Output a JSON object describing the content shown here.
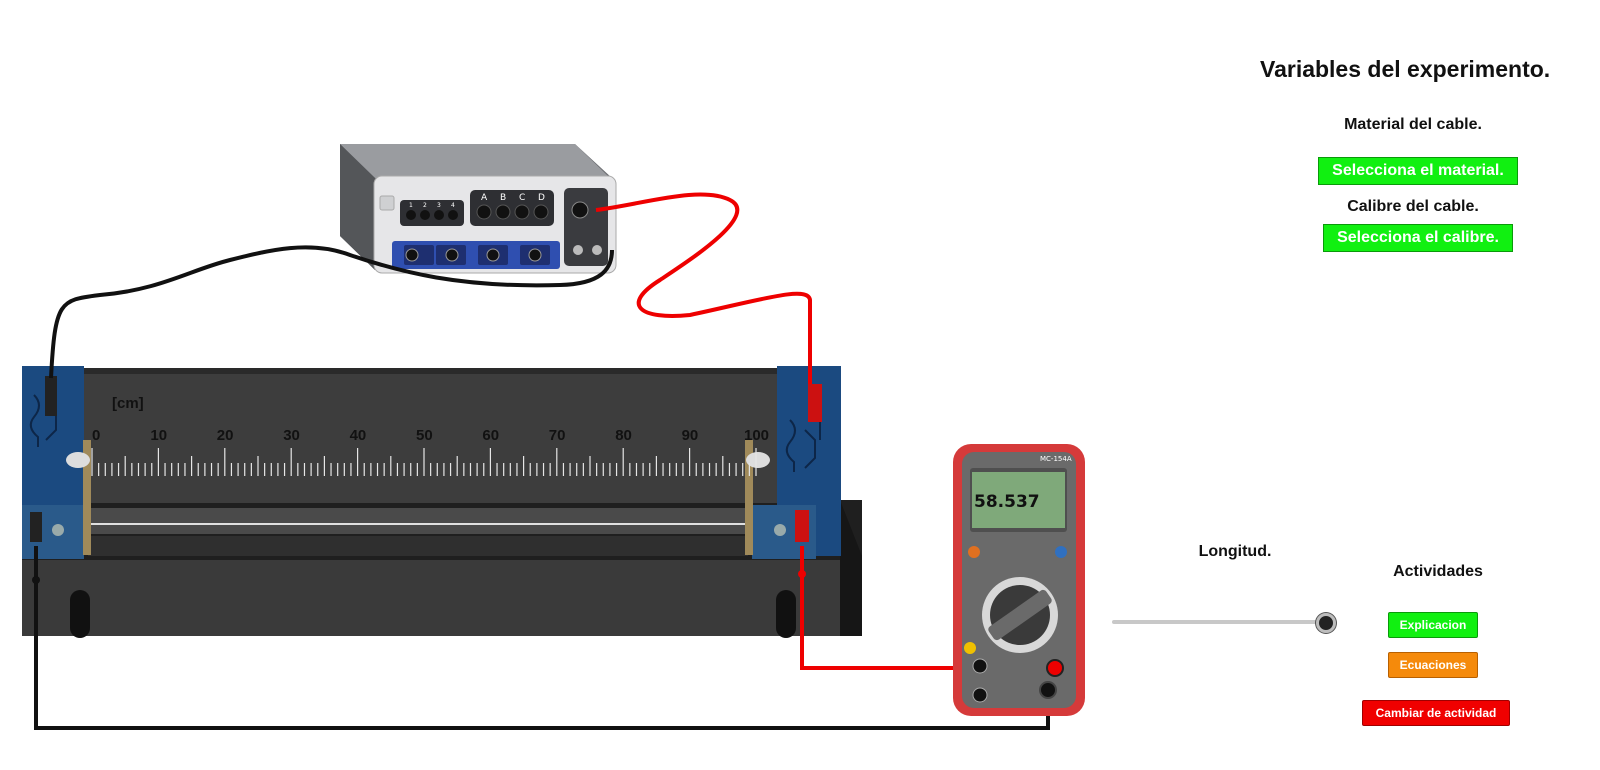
{
  "panel": {
    "title": "Variables del experimento.",
    "material_label": "Material del cable.",
    "material_button": "Selecciona el material.",
    "gauge_label": "Calibre del cable.",
    "gauge_button": "Selecciona el calibre.",
    "length_label": "Longitud.",
    "length_slider_value": 1.0
  },
  "activities": {
    "title": "Actividades",
    "explanation_button": "Explicacion",
    "equations_button": "Ecuaciones",
    "change_button": "Cambiar de actividad"
  },
  "ruler": {
    "unit": "[cm]",
    "ticks": [
      "0",
      "10",
      "20",
      "30",
      "40",
      "50",
      "60",
      "70",
      "80",
      "90",
      "100"
    ]
  },
  "power_supply": {
    "channel_numbers": [
      "1",
      "2",
      "3",
      "4"
    ],
    "channel_letters": [
      "A",
      "B",
      "C",
      "D"
    ]
  },
  "multimeter": {
    "model": "MC-154A",
    "reading": "58.537"
  },
  "colors": {
    "button_green": "#11f011",
    "button_orange": "#f58a0b",
    "button_red": "#f00000",
    "wire_red": "#ee0000",
    "wire_black": "#111111"
  }
}
